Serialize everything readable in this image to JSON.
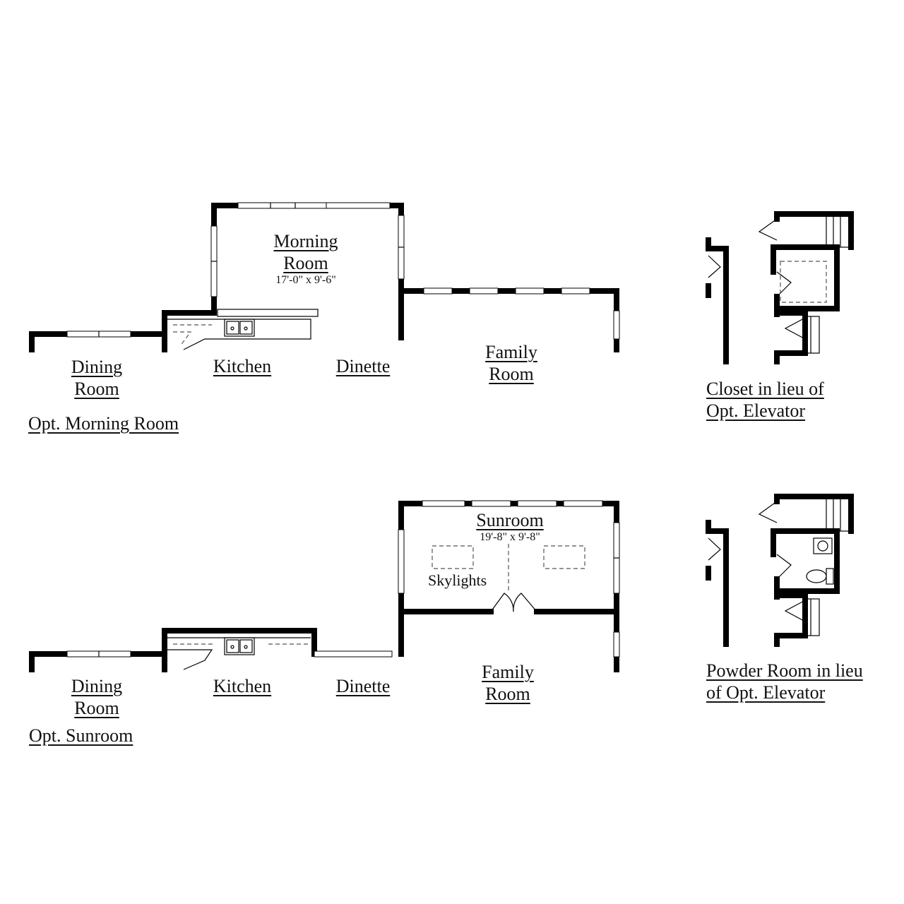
{
  "options": {
    "morning_room": {
      "title": "Opt. Morning Room",
      "rooms": {
        "morning_room": {
          "name_line1": "Morning",
          "name_line2": "Room",
          "dimensions": "17'-0\" x 9'-6\""
        },
        "kitchen": "Kitchen",
        "dinette": "Dinette",
        "dining_room": {
          "line1": "Dining",
          "line2": "Room"
        },
        "family_room": {
          "line1": "Family",
          "line2": "Room"
        }
      }
    },
    "sunroom": {
      "title": "Opt. Sunroom",
      "rooms": {
        "sunroom": {
          "name": "Sunroom",
          "dimensions": "19'-8\" x 9'-8\""
        },
        "skylights": "Skylights",
        "kitchen": "Kitchen",
        "dinette": "Dinette",
        "dining_room": {
          "line1": "Dining",
          "line2": "Room"
        },
        "family_room": {
          "line1": "Family",
          "line2": "Room"
        }
      }
    },
    "closet": {
      "line1": "Closet in lieu of",
      "line2": "Opt. Elevator"
    },
    "powder_room": {
      "line1": "Powder Room in lieu",
      "line2": "of Opt. Elevator"
    }
  }
}
